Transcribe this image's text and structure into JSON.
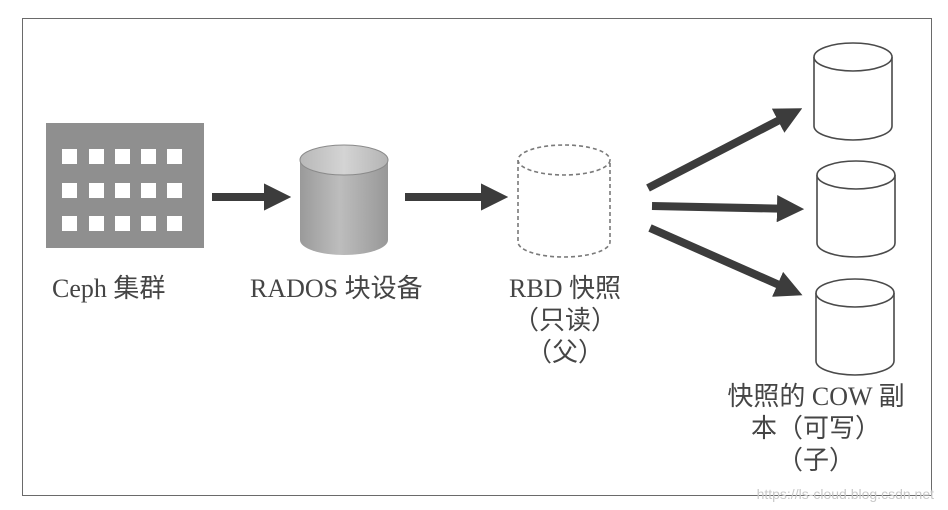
{
  "labels": {
    "cluster": "Ceph 集群",
    "rados": "RADOS 块设备",
    "snapshot_line1": "RBD 快照",
    "snapshot_line2": "（只读）",
    "snapshot_line3": "（父）",
    "cow_line1": "快照的 COW 副",
    "cow_line2": "本（可写）",
    "cow_line3": "（子）"
  },
  "watermark": "https://ls-cloud.blog.csdn.net",
  "colors": {
    "cluster_fill": "#8f8f8f",
    "arrow": "#3c3c3c",
    "rados_fill": "#a9a9a9",
    "outline": "#4a4a4a"
  }
}
